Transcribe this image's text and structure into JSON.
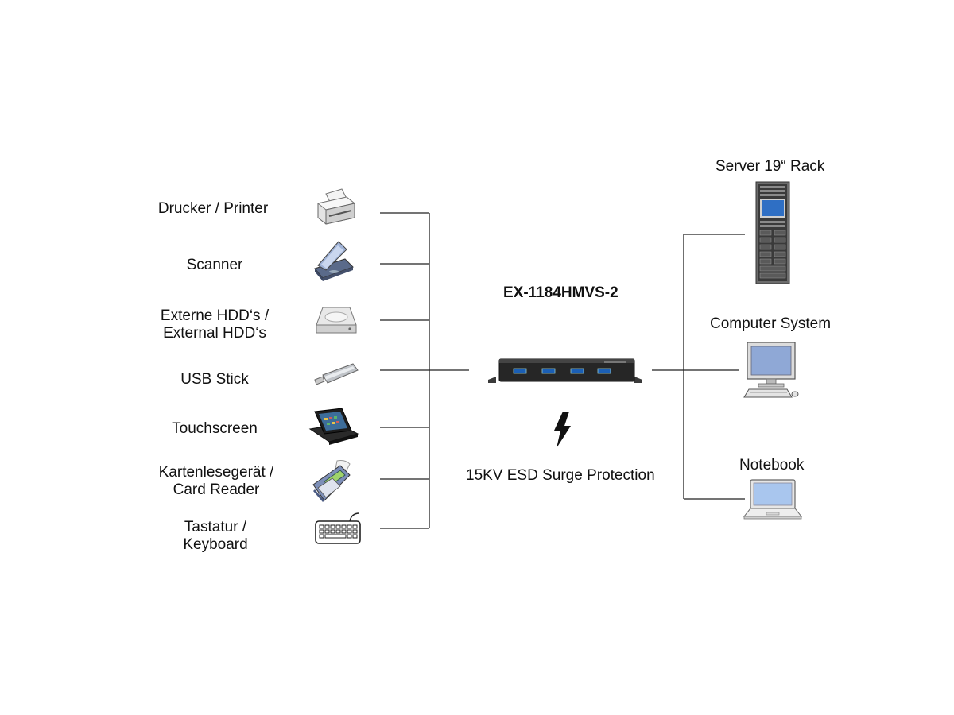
{
  "hub": {
    "model": "EX-1184HMVS-2",
    "feature": "15KV ESD Surge Protection",
    "icon": "lightning-bolt-icon"
  },
  "left_devices": [
    {
      "lines": [
        "Drucker / Printer"
      ],
      "icon": "printer-icon"
    },
    {
      "lines": [
        "Scanner"
      ],
      "icon": "scanner-icon"
    },
    {
      "lines": [
        "Externe HDD‘s /",
        "External HDD‘s"
      ],
      "icon": "external-hdd-icon"
    },
    {
      "lines": [
        "USB Stick"
      ],
      "icon": "usb-stick-icon"
    },
    {
      "lines": [
        "Touchscreen"
      ],
      "icon": "touchscreen-icon"
    },
    {
      "lines": [
        "Kartenlesegerät /",
        "Card Reader"
      ],
      "icon": "card-reader-icon"
    },
    {
      "lines": [
        "Tastatur /",
        "Keyboard"
      ],
      "icon": "keyboard-icon"
    }
  ],
  "right_devices": [
    {
      "label": "Server 19“ Rack",
      "icon": "server-rack-icon"
    },
    {
      "label": "Computer System",
      "icon": "computer-system-icon"
    },
    {
      "label": "Notebook",
      "icon": "notebook-icon"
    }
  ]
}
